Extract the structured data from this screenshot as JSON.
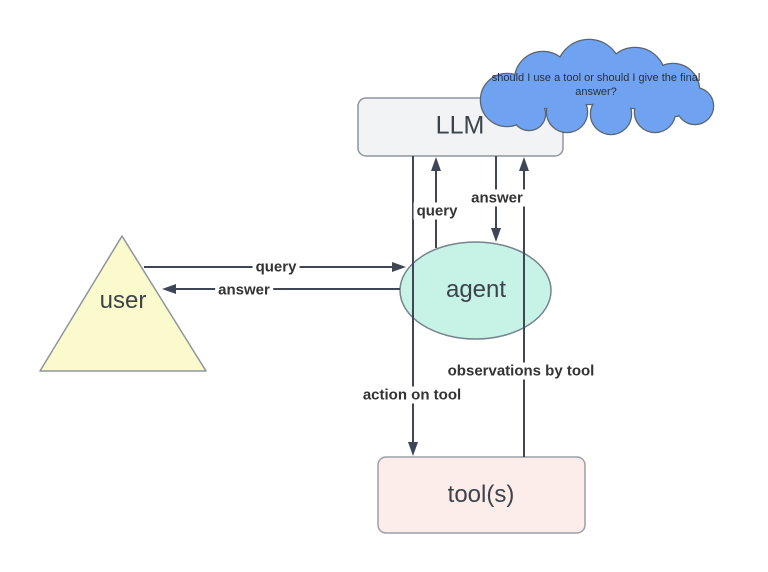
{
  "diagram": {
    "type": "flow-diagram",
    "description_visible": false
  },
  "nodes": {
    "llm": {
      "label": "LLM",
      "shape": "rounded-rectangle"
    },
    "agent": {
      "label": "agent",
      "shape": "ellipse"
    },
    "user": {
      "label": "user",
      "shape": "triangle"
    },
    "tools": {
      "label": "tool(s)",
      "shape": "rounded-rectangle"
    },
    "thought_cloud": {
      "text": "should I use a tool or should I give the final answer?",
      "shape": "cloud"
    }
  },
  "edges": {
    "user_query": {
      "label": "query",
      "from": "user",
      "to": "agent"
    },
    "user_answer": {
      "label": "answer",
      "from": "agent",
      "to": "user"
    },
    "llm_query": {
      "label": "query",
      "from": "agent",
      "to": "llm"
    },
    "llm_answer": {
      "label": "answer",
      "from": "llm",
      "to": "agent"
    },
    "action": {
      "label": "action on tool",
      "from": "llm",
      "to": "tools"
    },
    "observations": {
      "label": "observations by tool",
      "from": "tools",
      "to": "llm"
    }
  },
  "colors": {
    "background": "#ffffff",
    "line": "#3f4757",
    "edge_label_text": "#333333",
    "node_text": "#3c434b",
    "llm_fill": "#f2f3f4",
    "llm_stroke": "#8f959e",
    "agent_fill": "#c7f2e6",
    "agent_stroke": "#76838f",
    "user_fill": "#fbfacc",
    "user_stroke": "#8f959e",
    "tools_fill": "#fcecea",
    "tools_stroke": "#9aa0a6",
    "cloud_fill": "#6fa3f2",
    "cloud_stroke": "#5b6570",
    "cloud_text": "#2b3036"
  }
}
